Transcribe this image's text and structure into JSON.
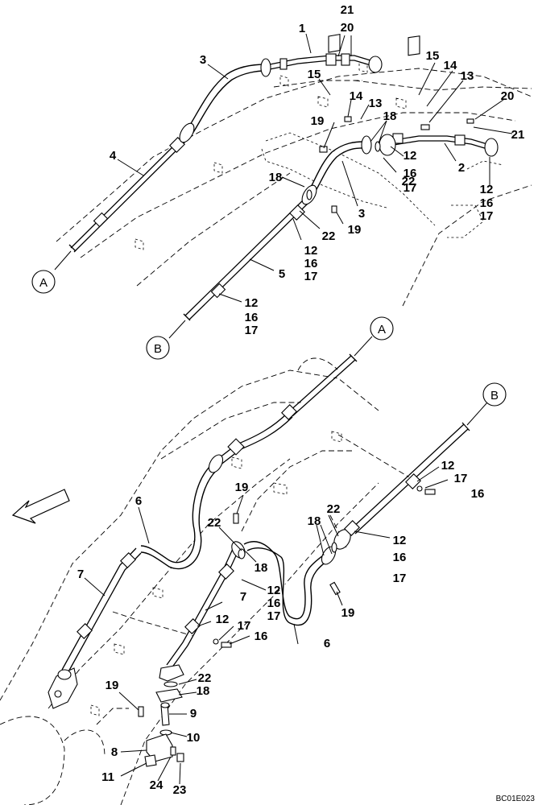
{
  "diagram": {
    "part_labels": [
      "21",
      "20",
      "1",
      "3",
      "15",
      "14",
      "13",
      "15",
      "14",
      "13",
      "20",
      "21",
      "19",
      "18",
      "12",
      "16",
      "17",
      "2",
      "22",
      "4",
      "18",
      "3",
      "19",
      "12",
      "16",
      "17",
      "22",
      "12",
      "16",
      "17",
      "5",
      "12",
      "16",
      "17",
      "12",
      "17",
      "16",
      "19",
      "22",
      "18",
      "12",
      "16",
      "17",
      "6",
      "22",
      "18",
      "12",
      "16",
      "17",
      "7",
      "7",
      "12",
      "17",
      "16",
      "19",
      "6",
      "22",
      "18",
      "19",
      "9",
      "10",
      "8",
      "11",
      "24",
      "23"
    ],
    "connectors": [
      "A",
      "B",
      "A",
      "B"
    ],
    "drawing_code": "BC01E023"
  }
}
